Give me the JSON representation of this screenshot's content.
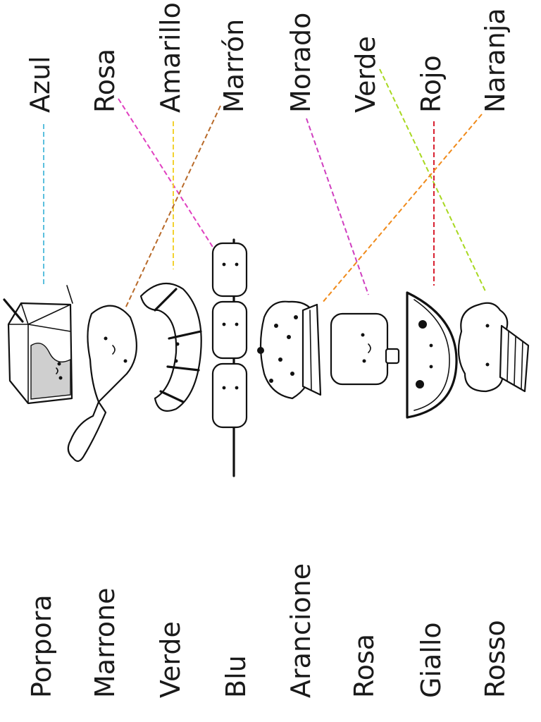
{
  "top_labels": [
    {
      "text": "Azul"
    },
    {
      "text": "Rosa"
    },
    {
      "text": "Amarillo"
    },
    {
      "text": "Marrón"
    },
    {
      "text": "Morado"
    },
    {
      "text": "Verde"
    },
    {
      "text": "Rojo"
    },
    {
      "text": "Naranja"
    }
  ],
  "bottom_labels": [
    {
      "text": "Porpora"
    },
    {
      "text": "Marrone"
    },
    {
      "text": "Verde"
    },
    {
      "text": "Blu"
    },
    {
      "text": "Arancione"
    },
    {
      "text": "Rosa"
    },
    {
      "text": "Giallo"
    },
    {
      "text": "Rosso"
    }
  ],
  "icons": [
    "milk-carton-icon",
    "chicken-leg-icon",
    "croissant-icon",
    "marshmallow-skewer-icon",
    "cupcake-icon",
    "popsicle-icon",
    "watermelon-slice-icon",
    "ice-cream-cone-icon"
  ],
  "connectors": [
    {
      "from": "Azul",
      "color": "#5bc0de"
    },
    {
      "from": "Rosa",
      "color": "#e040c0"
    },
    {
      "from": "Amarillo",
      "color": "#f2d230"
    },
    {
      "from": "Marrón",
      "color": "#b86a2a"
    },
    {
      "from": "Morado",
      "color": "#d040c0"
    },
    {
      "from": "Verde",
      "color": "#a8d820"
    },
    {
      "from": "Rojo",
      "color": "#d82030"
    },
    {
      "from": "Naranja",
      "color": "#f08a1a"
    }
  ]
}
